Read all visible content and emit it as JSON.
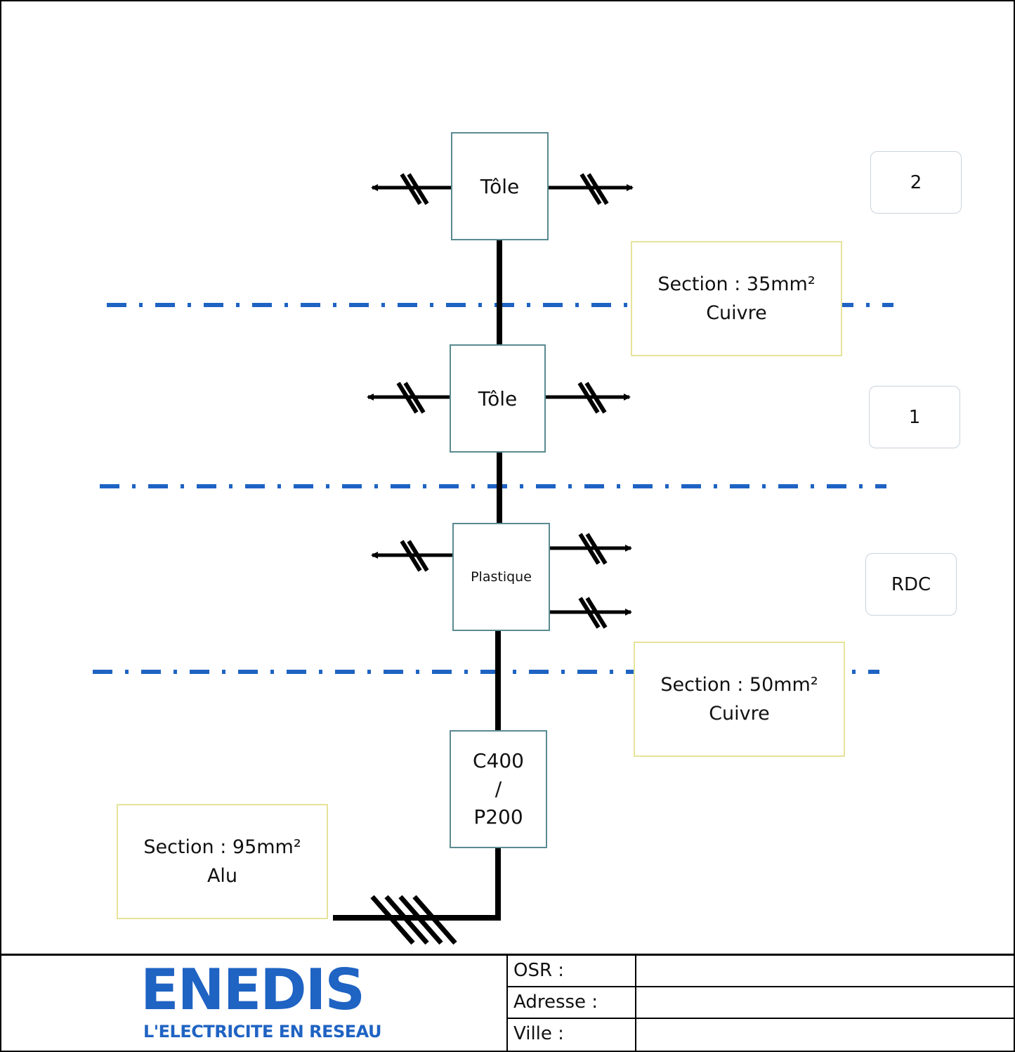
{
  "panels": [
    {
      "id": "p1",
      "lines": [
        "Tôle"
      ]
    },
    {
      "id": "p2",
      "lines": [
        "Tôle"
      ]
    },
    {
      "id": "p3",
      "lines": [
        "Plastique"
      ]
    },
    {
      "id": "meter",
      "lines": [
        "C400",
        "/",
        "P200"
      ]
    }
  ],
  "levels": [
    "2",
    "1",
    "RDC"
  ],
  "notes": [
    {
      "lines": [
        "Section : 35mm²",
        "Cuivre"
      ]
    },
    {
      "lines": [
        "Section : 50mm²",
        "Cuivre"
      ]
    },
    {
      "lines": [
        "Section : 95mm²",
        "Alu"
      ]
    }
  ],
  "footer": {
    "logo": {
      "word": "ENEDIS",
      "tagline": "L'ELECTRICITE EN RESEAU"
    },
    "rows": [
      {
        "label": "OSR :",
        "value": ""
      },
      {
        "label": "Adresse :",
        "value": ""
      },
      {
        "label": "Ville :",
        "value": ""
      }
    ]
  },
  "colors": {
    "floor_line": "#1e63c3",
    "cable": "#000000",
    "panel_border": "#5a8a91",
    "note_border": "#e6e39a",
    "brand_blue": "#1f63c3",
    "brand_green": "#8cc63f"
  }
}
